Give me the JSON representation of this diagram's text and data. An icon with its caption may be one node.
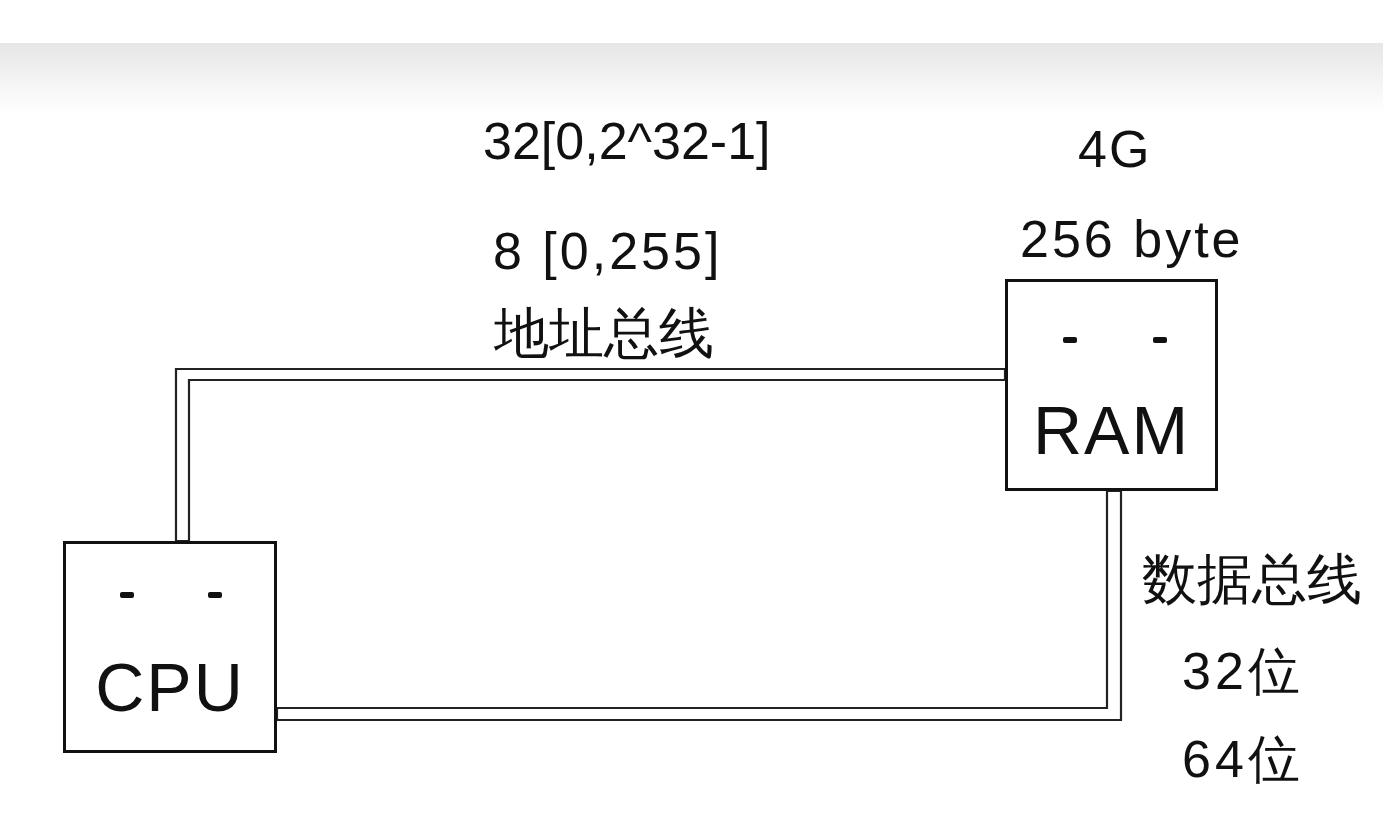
{
  "diagram": {
    "nodes": [
      {
        "text": [
          "CPU"
        ]
      },
      {
        "text": [
          "RAM"
        ],
        "beside": [
          "4G",
          "256 byte"
        ]
      }
    ],
    "edges": [
      {
        "from": 0,
        "to": 1,
        "arrow": "none",
        "label": "地址总线"
      },
      {
        "from": 0,
        "to": 1,
        "arrow": "none",
        "label": "数据总线"
      }
    ],
    "labels": [
      "32[0,2^32-1]",
      "8 [0,255]",
      "32位",
      "64位"
    ]
  }
}
